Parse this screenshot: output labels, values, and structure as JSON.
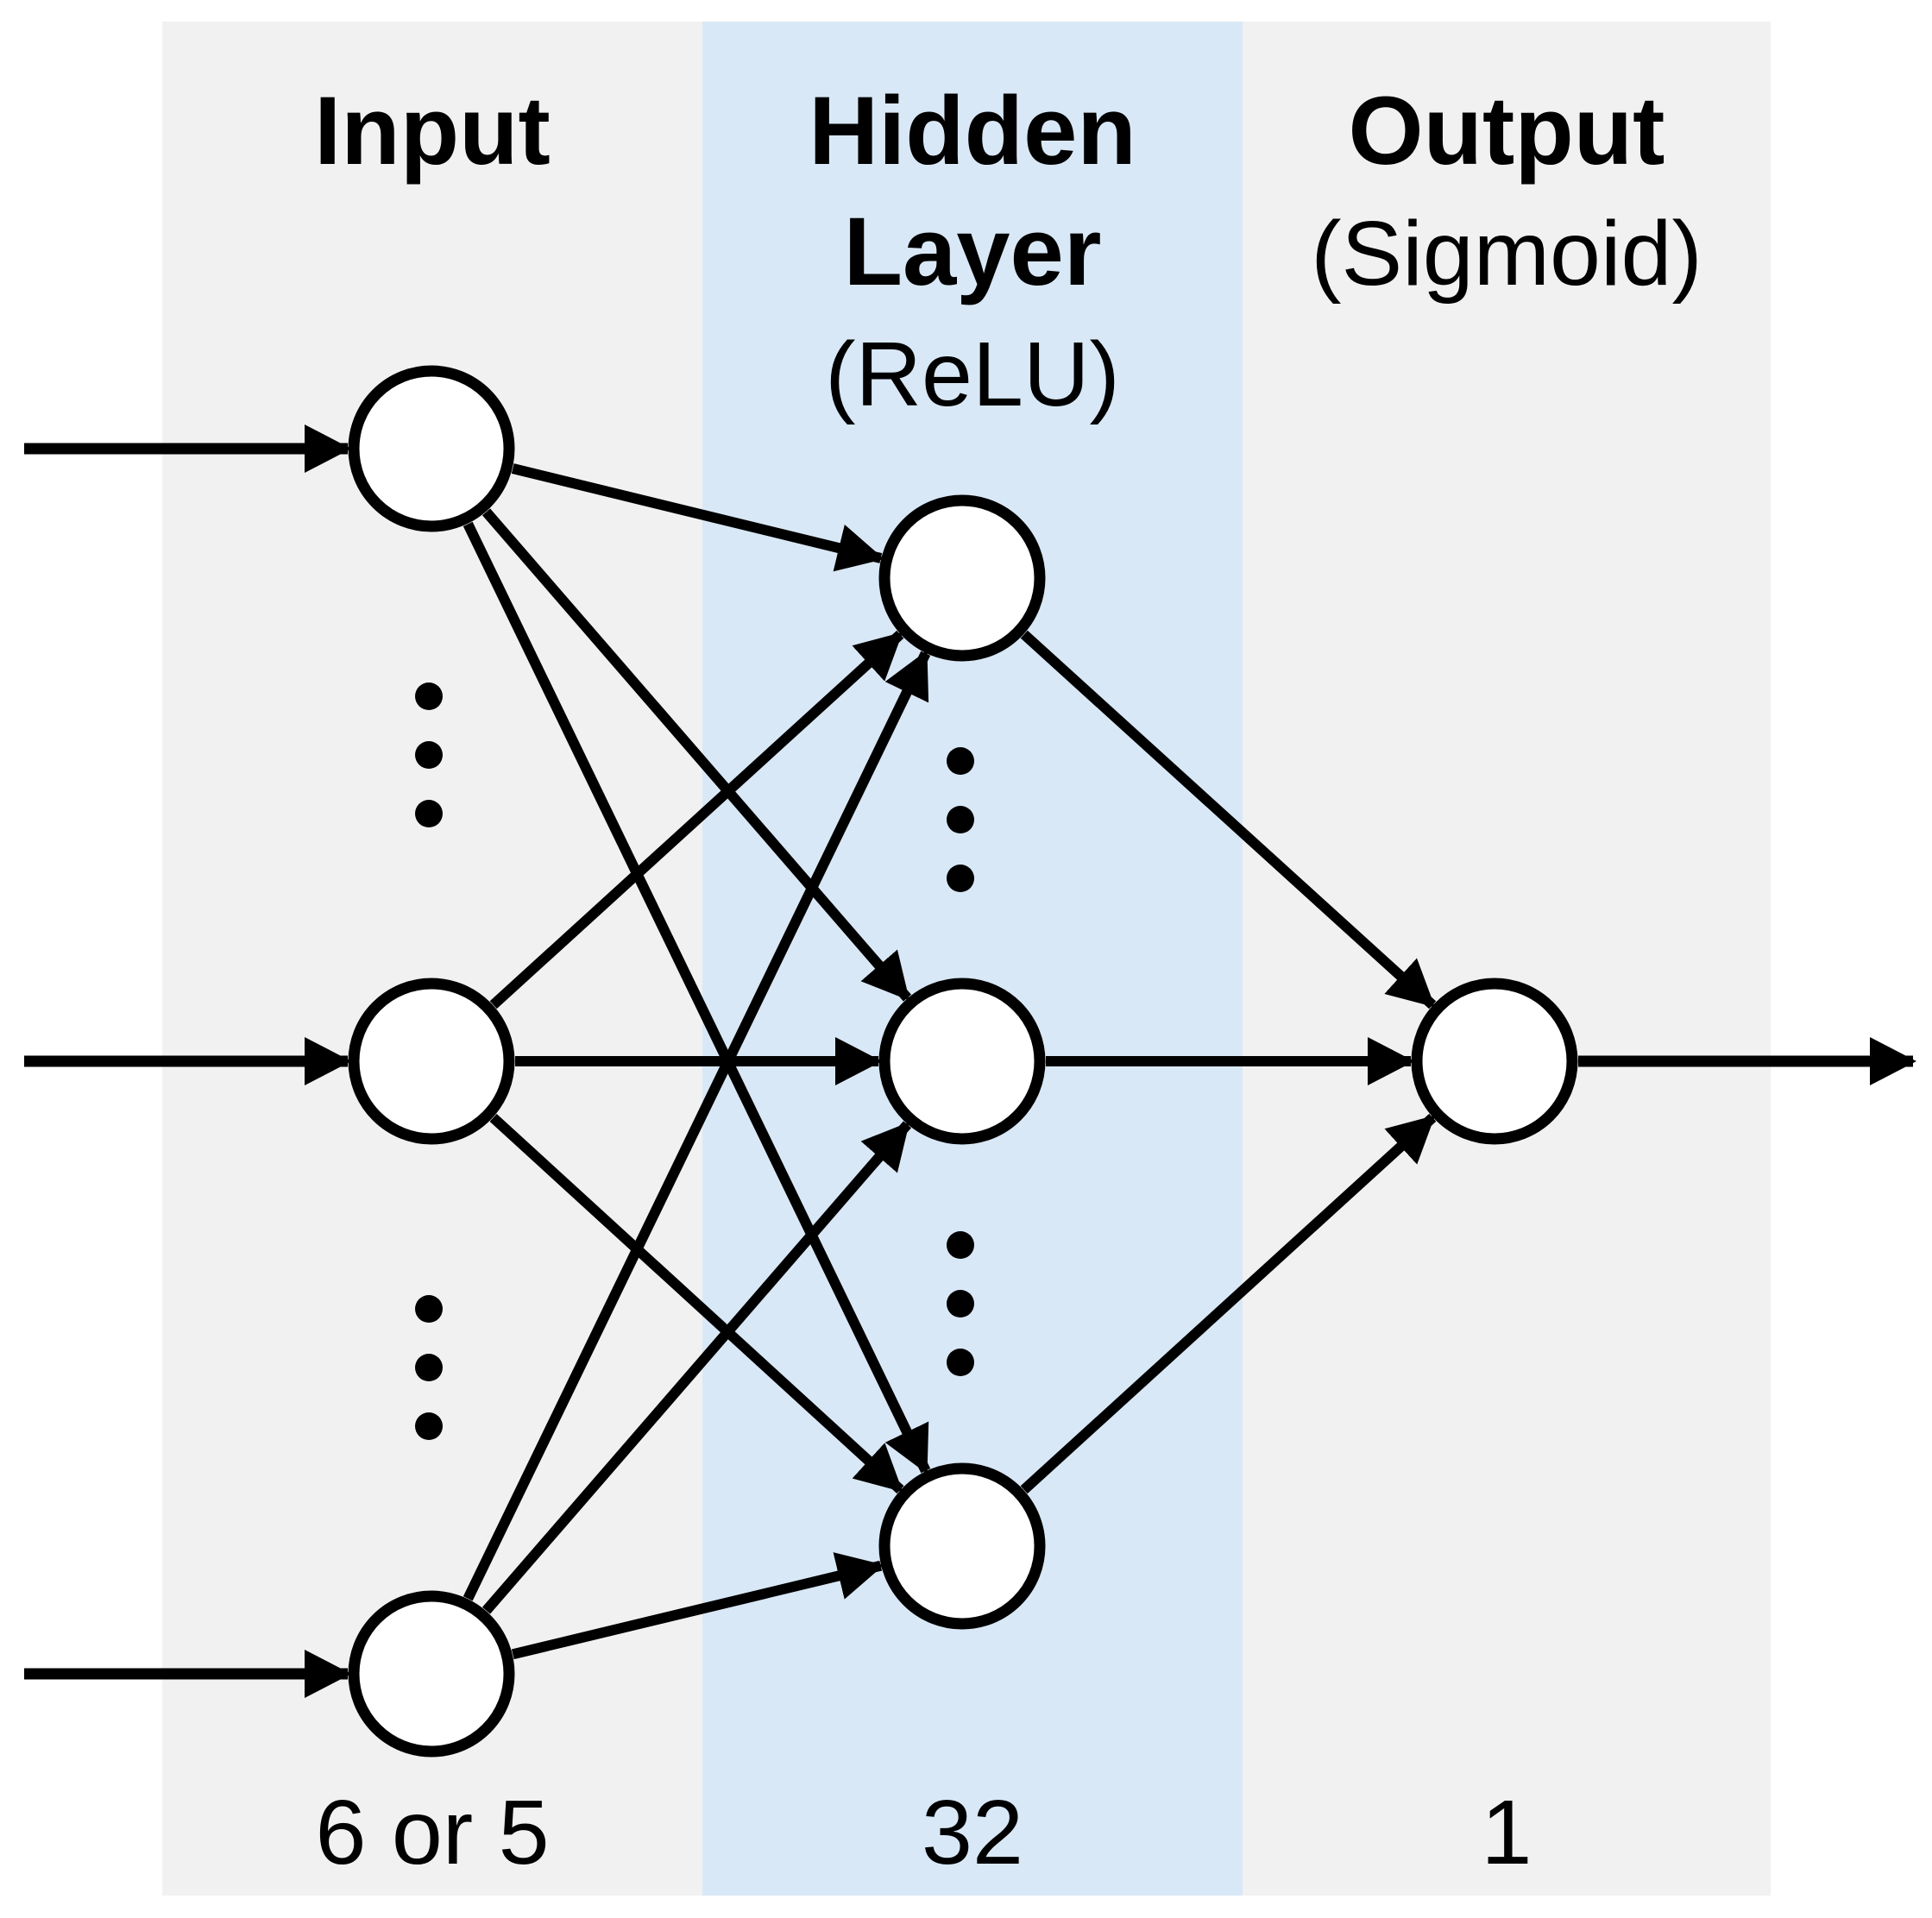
{
  "colors": {
    "column_gray": "#f1f1f1",
    "column_blue": "#d9e8f6",
    "stroke": "#000000",
    "node_fill": "#ffffff",
    "background": "#ffffff"
  },
  "columns": [
    {
      "id": "input",
      "title_lines": [
        "Input"
      ],
      "subtitle": "",
      "count": "6 or 5",
      "highlighted": false
    },
    {
      "id": "hidden",
      "title_lines": [
        "Hidden",
        "Layer"
      ],
      "subtitle": "(ReLU)",
      "count": "32",
      "highlighted": true
    },
    {
      "id": "output",
      "title_lines": [
        "Output"
      ],
      "subtitle": "(Sigmoid)",
      "count": "1",
      "highlighted": false
    }
  ],
  "network": {
    "visible_input_nodes": 3,
    "visible_hidden_nodes": 3,
    "visible_output_nodes": 1,
    "input_units_label": "6 or 5",
    "hidden_units_label": "32",
    "output_units_label": "1",
    "hidden_activation": "ReLU",
    "output_activation": "Sigmoid"
  }
}
